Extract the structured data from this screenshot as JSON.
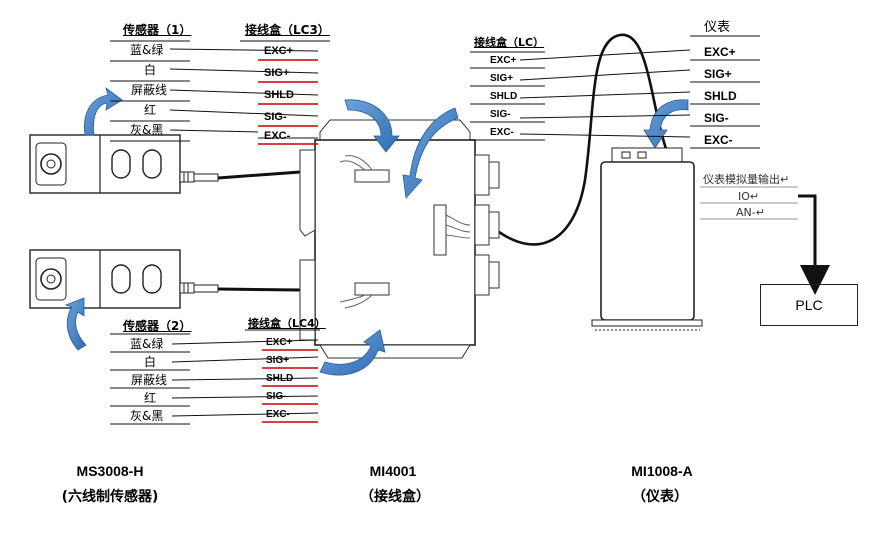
{
  "sensor1": {
    "title": "传感器（1）",
    "wires": [
      "蓝&绿",
      "白",
      "屏蔽线",
      "红",
      "灰&黑"
    ]
  },
  "sensor2": {
    "title": "传感器（2）",
    "wires": [
      "蓝&绿",
      "白",
      "屏蔽线",
      "红",
      "灰&黑"
    ]
  },
  "jb_lc3": {
    "title": "接线盒（LC3）",
    "signals": [
      "EXC+",
      "SIG+",
      "SHLD",
      "SIG-",
      "EXC-"
    ]
  },
  "jb_lc4": {
    "title": "接线盒（LC4）",
    "signals": [
      "EXC+",
      "SIG+",
      "SHLD",
      "SIG-",
      "EXC-"
    ]
  },
  "jb_lc": {
    "title": "接线盒（LC）",
    "signals": [
      "EXC+",
      "SIG+",
      "SHLD",
      "SIG-",
      "EXC-"
    ]
  },
  "meter": {
    "title": "仪表",
    "signals": [
      "EXC+",
      "SIG+",
      "SHLD",
      "SIG-",
      "EXC-"
    ],
    "analog_output_label": "仪表模拟量输出↵",
    "io_label": "IO↵",
    "an_label": "AN-↵"
  },
  "plc": {
    "label": "PLC"
  },
  "captions": {
    "sensor": {
      "model": "MS3008-H",
      "desc": "(六线制传感器)"
    },
    "junction_box": {
      "model": "MI4001",
      "desc": "（接线盒）"
    },
    "meter": {
      "model": "MI1008-A",
      "desc": "（仪表）"
    }
  },
  "colors": {
    "red_underline": "#cc0000",
    "arrow_blue": "#4a86c8",
    "line": "#111111"
  }
}
